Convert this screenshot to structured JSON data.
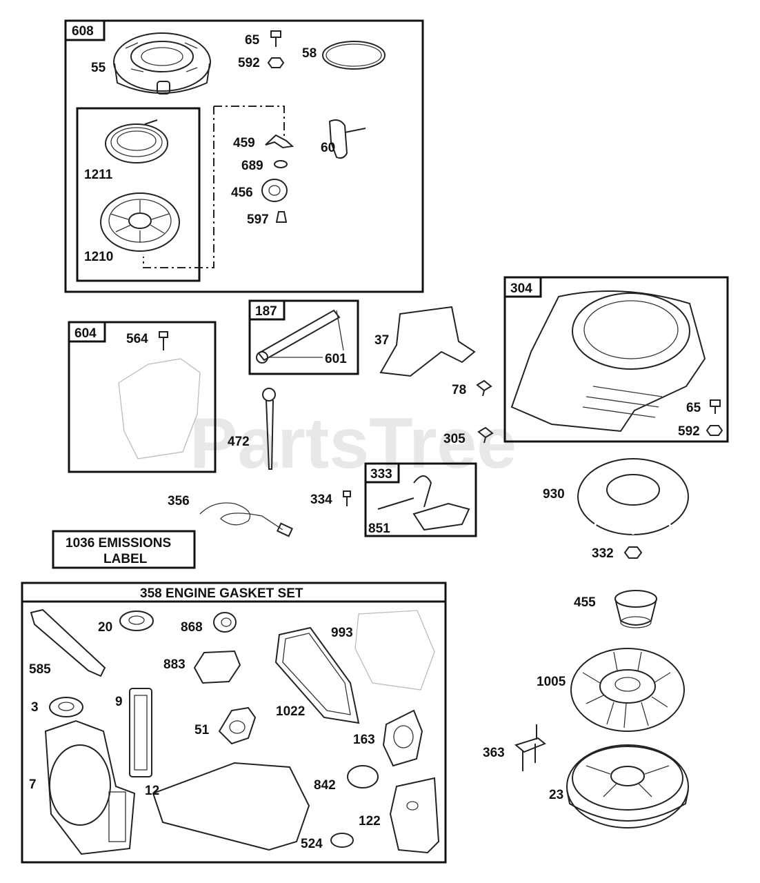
{
  "watermark": "PartsTree",
  "groups": {
    "g608": "608",
    "g604": "604",
    "g187": "187",
    "g304": "304",
    "g333": "333",
    "emissions_line1": "1036 EMISSIONS",
    "emissions_line2": "LABEL",
    "gasket_set": "358 ENGINE GASKET SET"
  },
  "parts": {
    "p55": "55",
    "p65a": "65",
    "p592a": "592",
    "p58": "58",
    "p1211": "1211",
    "p1210": "1210",
    "p459": "459",
    "p689": "689",
    "p456": "456",
    "p597": "597",
    "p60": "60",
    "p564": "564",
    "p601": "601",
    "p37": "37",
    "p78": "78",
    "p65b": "65",
    "p592b": "592",
    "p472": "472",
    "p305": "305",
    "p356": "356",
    "p334": "334",
    "p851": "851",
    "p930": "930",
    "p332": "332",
    "p455": "455",
    "p1005": "1005",
    "p363": "363",
    "p23": "23",
    "p20": "20",
    "p868": "868",
    "p993": "993",
    "p585": "585",
    "p883": "883",
    "p3": "3",
    "p9": "9",
    "p51": "51",
    "p1022": "1022",
    "p163": "163",
    "p7": "7",
    "p12": "12",
    "p842": "842",
    "p122": "122",
    "p524": "524"
  }
}
